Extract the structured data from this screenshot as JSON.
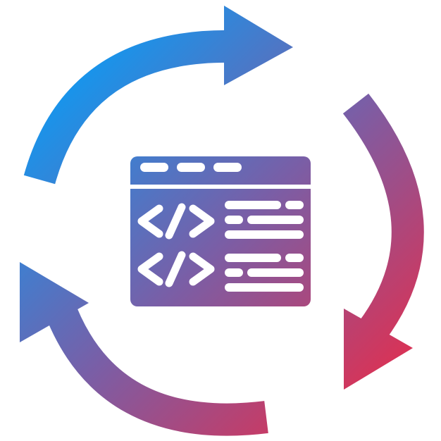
{
  "icon": {
    "name": "code-refresh-cycle",
    "parts": [
      "cycle-arrows",
      "code-window"
    ],
    "colors": {
      "gradient_start": "#0a9cf5",
      "gradient_mid": "#7a5ea6",
      "gradient_end": "#ea2b48",
      "foreground": "#ffffff"
    }
  }
}
